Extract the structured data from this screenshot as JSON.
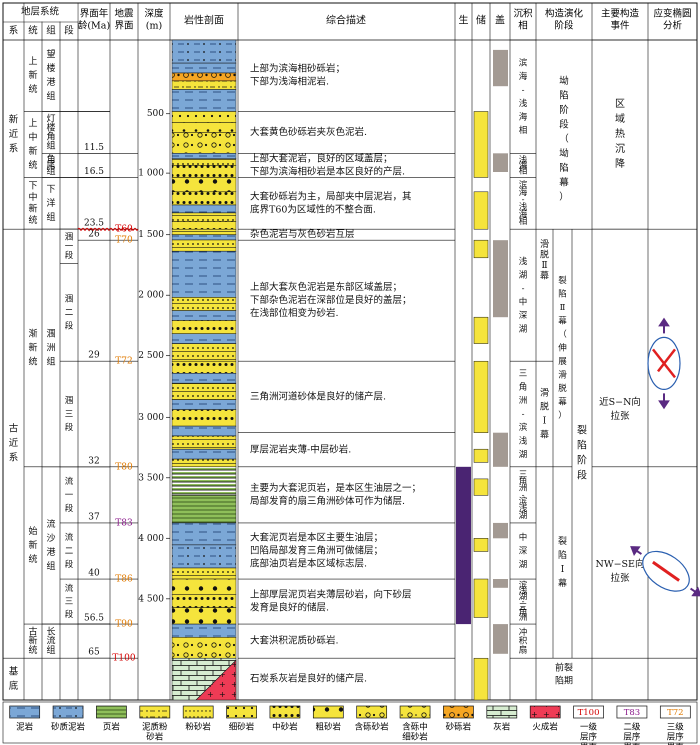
{
  "header": {
    "stratum_system": "地层系统",
    "xi": "系",
    "tong": "统",
    "zu": "组",
    "duan": "段",
    "boundary_age": "界面年龄(Ma)",
    "seismic_boundary": "地震界面",
    "depth": "深度(m)",
    "lithology_column": "岩性剖面",
    "description": "综合描述",
    "sheng": "生",
    "chu": "储",
    "gai": "盖",
    "sed_facies": "沉积相",
    "tectonic_stage": "构造演化阶段",
    "main_event": "主要构造事件",
    "stress_ellipse": "应变椭圆分析"
  },
  "xi": [
    {
      "label": "新近系",
      "top": 0.0,
      "bottom": 0.2867
    },
    {
      "label": "古近系",
      "top": 0.2867,
      "bottom": 0.9367
    },
    {
      "label": "基底",
      "top": 0.9367,
      "bottom": 1.0
    }
  ],
  "tong": [
    {
      "label": "上新统",
      "top": 0.0,
      "bottom": 0.1083
    },
    {
      "label": "上中新统",
      "top": 0.1083,
      "bottom": 0.2083
    },
    {
      "label": "下中新统",
      "top": 0.2083,
      "bottom": 0.2867
    },
    {
      "label": "渐新统",
      "top": 0.2867,
      "bottom": 0.6467
    },
    {
      "label": "始新统",
      "top": 0.6467,
      "bottom": 0.885
    },
    {
      "label": "古新统",
      "top": 0.885,
      "bottom": 0.9367
    }
  ],
  "zu": [
    {
      "label": "望楼港组",
      "top": 0.0,
      "bottom": 0.1083
    },
    {
      "label": "灯楼角组",
      "top": 0.1083,
      "bottom": 0.1717
    },
    {
      "label": "角尾组",
      "top": 0.1717,
      "bottom": 0.2083
    },
    {
      "label": "下洋组",
      "top": 0.2083,
      "bottom": 0.2867
    },
    {
      "label": "涠洲组",
      "top": 0.2867,
      "bottom": 0.6467
    },
    {
      "label": "流沙港组",
      "top": 0.6467,
      "bottom": 0.885
    },
    {
      "label": "长流组",
      "top": 0.885,
      "bottom": 0.9367
    }
  ],
  "duan": [
    {
      "label": "涠一段",
      "top": 0.2867,
      "bottom": 0.3383
    },
    {
      "label": "涠二段",
      "top": 0.3383,
      "bottom": 0.4867
    },
    {
      "label": "涠三段",
      "top": 0.4867,
      "bottom": 0.6467
    },
    {
      "label": "流一段",
      "top": 0.6467,
      "bottom": 0.7317
    },
    {
      "label": "流二段",
      "top": 0.7317,
      "bottom": 0.8167
    },
    {
      "label": "流三段",
      "top": 0.8167,
      "bottom": 0.885
    }
  ],
  "ages": [
    {
      "label": "11.5",
      "pos": 0.1717
    },
    {
      "label": "16.5",
      "pos": 0.2083
    },
    {
      "label": "23.5",
      "pos": 0.2867
    },
    {
      "label": "26",
      "pos": 0.3033
    },
    {
      "label": "29",
      "pos": 0.4867
    },
    {
      "label": "32",
      "pos": 0.6467
    },
    {
      "label": "37",
      "pos": 0.7317
    },
    {
      "label": "40",
      "pos": 0.8167
    },
    {
      "label": "56.5",
      "pos": 0.885
    },
    {
      "label": "65",
      "pos": 0.9367
    }
  ],
  "seismic": [
    {
      "label": "T60",
      "pos": 0.2867,
      "color": "#d40000"
    },
    {
      "label": "T70",
      "pos": 0.3033,
      "color": "#e07a00"
    },
    {
      "label": "T72",
      "pos": 0.4867,
      "color": "#e07a00"
    },
    {
      "label": "T80",
      "pos": 0.6467,
      "color": "#e07a00"
    },
    {
      "label": "T83",
      "pos": 0.7317,
      "color": "#8b1a8b"
    },
    {
      "label": "T86",
      "pos": 0.8167,
      "color": "#e07a00"
    },
    {
      "label": "T90",
      "pos": 0.885,
      "color": "#e07a00"
    },
    {
      "label": "T100",
      "pos": 0.9367,
      "color": "#d40000"
    }
  ],
  "depth_ticks": [
    {
      "label": "500",
      "pos": 0.1117
    },
    {
      "label": "1 000",
      "pos": 0.2017
    },
    {
      "label": "1 500",
      "pos": 0.295
    },
    {
      "label": "2 000",
      "pos": 0.3867
    },
    {
      "label": "2 500",
      "pos": 0.4783
    },
    {
      "label": "3 000",
      "pos": 0.5717
    },
    {
      "label": "3 500",
      "pos": 0.6633
    },
    {
      "label": "4 000",
      "pos": 0.755
    },
    {
      "label": "4 500",
      "pos": 0.8467
    }
  ],
  "lith_layers": [
    {
      "type": "sandy_mud",
      "top": 0.0,
      "bottom": 0.035
    },
    {
      "type": "mudstone",
      "top": 0.035,
      "bottom": 0.05
    },
    {
      "type": "conglomerate",
      "top": 0.05,
      "bottom": 0.062
    },
    {
      "type": "silt_mud",
      "top": 0.062,
      "bottom": 0.075
    },
    {
      "type": "mudstone",
      "top": 0.075,
      "bottom": 0.1083
    },
    {
      "type": "fine_sand",
      "top": 0.1083,
      "bottom": 0.125
    },
    {
      "type": "sandstone",
      "top": 0.125,
      "bottom": 0.14
    },
    {
      "type": "gravel_sand",
      "top": 0.14,
      "bottom": 0.1717
    },
    {
      "type": "mudstone",
      "top": 0.1717,
      "bottom": 0.18
    },
    {
      "type": "silt_sand",
      "top": 0.18,
      "bottom": 0.19
    },
    {
      "type": "medium_sand",
      "top": 0.19,
      "bottom": 0.2083
    },
    {
      "type": "coarse_sand",
      "top": 0.2083,
      "bottom": 0.23
    },
    {
      "type": "medium_sand",
      "top": 0.23,
      "bottom": 0.25
    },
    {
      "type": "mudstone",
      "top": 0.25,
      "bottom": 0.262
    },
    {
      "type": "silt_sand",
      "top": 0.262,
      "bottom": 0.275
    },
    {
      "type": "medium_sand",
      "top": 0.275,
      "bottom": 0.2867
    },
    {
      "type": "silt_sand",
      "top": 0.2867,
      "bottom": 0.295
    },
    {
      "type": "mudstone",
      "top": 0.295,
      "bottom": 0.303
    },
    {
      "type": "silt_sand",
      "top": 0.303,
      "bottom": 0.32
    },
    {
      "type": "mudstone",
      "top": 0.32,
      "bottom": 0.39
    },
    {
      "type": "silt_sand",
      "top": 0.39,
      "bottom": 0.41
    },
    {
      "type": "mudstone",
      "top": 0.41,
      "bottom": 0.425
    },
    {
      "type": "medium_sand",
      "top": 0.425,
      "bottom": 0.445
    },
    {
      "type": "mudstone",
      "top": 0.445,
      "bottom": 0.46
    },
    {
      "type": "silt_sand",
      "top": 0.46,
      "bottom": 0.4867
    },
    {
      "type": "medium_sand",
      "top": 0.4867,
      "bottom": 0.505
    },
    {
      "type": "mudstone",
      "top": 0.505,
      "bottom": 0.52
    },
    {
      "type": "silt_sand",
      "top": 0.52,
      "bottom": 0.545
    },
    {
      "type": "mudstone",
      "top": 0.545,
      "bottom": 0.56
    },
    {
      "type": "medium_sand",
      "top": 0.56,
      "bottom": 0.585
    },
    {
      "type": "mudstone",
      "top": 0.585,
      "bottom": 0.6
    },
    {
      "type": "silt_sand",
      "top": 0.6,
      "bottom": 0.62
    },
    {
      "type": "mudstone",
      "top": 0.62,
      "bottom": 0.635
    },
    {
      "type": "silt_sand",
      "top": 0.635,
      "bottom": 0.6467
    },
    {
      "type": "shale_stack",
      "top": 0.6467,
      "bottom": 0.69
    },
    {
      "type": "shale",
      "top": 0.69,
      "bottom": 0.7317
    },
    {
      "type": "mudstone",
      "top": 0.7317,
      "bottom": 0.765
    },
    {
      "type": "sandy_mud",
      "top": 0.765,
      "bottom": 0.8
    },
    {
      "type": "silt_sand",
      "top": 0.8,
      "bottom": 0.8167
    },
    {
      "type": "coarse_sand",
      "top": 0.8167,
      "bottom": 0.84
    },
    {
      "type": "medium_sand",
      "top": 0.84,
      "bottom": 0.86
    },
    {
      "type": "coarse_sand",
      "top": 0.86,
      "bottom": 0.885
    },
    {
      "type": "mudstone",
      "top": 0.885,
      "bottom": 0.905
    },
    {
      "type": "gravel_sand",
      "top": 0.905,
      "bottom": 0.9367
    }
  ],
  "descriptions": [
    {
      "lines": [
        "上部为滨海相砂砾岩；",
        "下部为浅海相泥岩."
      ],
      "top": 0.0,
      "bottom": 0.1083
    },
    {
      "lines": [
        "大套黄色砂砾岩夹灰色泥岩."
      ],
      "top": 0.1083,
      "bottom": 0.1717
    },
    {
      "lines": [
        "上部大套泥岩，良好的区域盖层；",
        "下部为滨海相砂岩是本区良好的产层."
      ],
      "top": 0.1717,
      "bottom": 0.2083
    },
    {
      "lines": [
        "大套砂砾岩为主，局部夹中层泥岩，其",
        "底界T60为区域性的不整合面."
      ],
      "top": 0.2083,
      "bottom": 0.2867
    },
    {
      "lines": [
        "杂色泥岩与灰色砂岩互层"
      ],
      "top": 0.2867,
      "bottom": 0.3033
    },
    {
      "lines": [
        "上部大套灰色泥岩是东部区域盖层；",
        "下部杂色泥岩在深部位是良好的盖层；",
        "在浅部位相变为砂岩."
      ],
      "top": 0.3033,
      "bottom": 0.4867
    },
    {
      "lines": [
        "三角洲河道砂体是良好的储产层."
      ],
      "top": 0.4867,
      "bottom": 0.595
    },
    {
      "lines": [
        "厚层泥岩夹薄-中层砂岩."
      ],
      "top": 0.595,
      "bottom": 0.6467
    },
    {
      "lines": [
        "主要为大套泥页岩，是本区生油层之一；",
        "局部发育的扇三角洲砂体可作为储层."
      ],
      "top": 0.6467,
      "bottom": 0.7317
    },
    {
      "lines": [
        "大套泥页岩是本区主要生油层；",
        "凹陷局部发育三角洲可做储层；",
        "底部油页岩是本区域标志层."
      ],
      "top": 0.7317,
      "bottom": 0.8167
    },
    {
      "lines": [
        "上部厚层泥页岩夹薄层砂岩，向下砂层",
        "发育是良好的储层."
      ],
      "top": 0.8167,
      "bottom": 0.885
    },
    {
      "lines": [
        "大套洪积泥质砂砾岩."
      ],
      "top": 0.885,
      "bottom": 0.9367
    },
    {
      "lines": [
        "石炭系灰岩是良好的储产层."
      ],
      "top": 0.9367,
      "bottom": 1.0
    }
  ],
  "source_bars": [
    {
      "top": 0.6467,
      "bottom": 0.885
    }
  ],
  "reservoir_bars": [
    {
      "top": 0.1083,
      "bottom": 0.2083
    },
    {
      "top": 0.23,
      "bottom": 0.2867
    },
    {
      "top": 0.3033,
      "bottom": 0.33
    },
    {
      "top": 0.42,
      "bottom": 0.46
    },
    {
      "top": 0.4867,
      "bottom": 0.595
    },
    {
      "top": 0.62,
      "bottom": 0.64
    },
    {
      "top": 0.665,
      "bottom": 0.69
    },
    {
      "top": 0.755,
      "bottom": 0.775
    },
    {
      "top": 0.8167,
      "bottom": 0.875
    },
    {
      "top": 0.9367,
      "bottom": 1.0
    }
  ],
  "seal_bars": [
    {
      "top": 0.015,
      "bottom": 0.07
    },
    {
      "top": 0.1717,
      "bottom": 0.2
    },
    {
      "top": 0.3033,
      "bottom": 0.42
    },
    {
      "top": 0.595,
      "bottom": 0.6467
    },
    {
      "top": 0.7317,
      "bottom": 0.755
    },
    {
      "top": 0.8167,
      "bottom": 0.83
    },
    {
      "top": 0.885,
      "bottom": 0.93
    }
  ],
  "facies": [
    {
      "label": "滨海-浅海相",
      "top": 0.0,
      "bottom": 0.1717
    },
    {
      "label": "浅海相",
      "top": 0.1717,
      "bottom": 0.2083
    },
    {
      "label": "滨海-浅海相",
      "top": 0.2083,
      "bottom": 0.2867
    },
    {
      "label": "浅湖-中深湖",
      "top": 0.2867,
      "bottom": 0.4867
    },
    {
      "label": "三角洲-滨浅湖",
      "top": 0.4867,
      "bottom": 0.6467
    },
    {
      "label": "三角洲-滨浅湖",
      "top": 0.6467,
      "bottom": 0.7317
    },
    {
      "label": "中深湖",
      "top": 0.7317,
      "bottom": 0.8167
    },
    {
      "label": "滨浅湖-三角洲",
      "top": 0.8167,
      "bottom": 0.885
    },
    {
      "label": "冲积扇",
      "top": 0.885,
      "bottom": 0.9367
    }
  ],
  "tectonic": {
    "sag_stage": {
      "label": "坳陷阶段（坳陷幕）",
      "top": 0.0,
      "bottom": 0.2867
    },
    "rift_stage": {
      "label": "裂陷阶段",
      "top": 0.2867,
      "bottom": 0.9367
    },
    "rift2": {
      "label": "裂陷Ⅱ幕（伸展滑脱幕）",
      "top": 0.2867,
      "bottom": 0.6467
    },
    "slip2": {
      "label": "滑脱Ⅱ幕",
      "top": 0.2867,
      "bottom": 0.4867
    },
    "slip1": {
      "label": "滑脱Ⅰ幕",
      "top": 0.4867,
      "bottom": 0.6467
    },
    "rift1": {
      "label": "裂陷Ⅰ幕",
      "top": 0.6467,
      "bottom": 0.9367
    },
    "pre_rift": {
      "label": "前裂陷期",
      "top": 0.9367,
      "bottom": 1.0
    }
  },
  "events": [
    {
      "label": "区域热沉降",
      "top": 0.0,
      "bottom": 0.2867
    },
    {
      "label": "近S-N向拉张",
      "top": 0.2867,
      "bottom": 0.6467
    },
    {
      "label": "NW-SE向拉张",
      "top": 0.6467,
      "bottom": 0.9367
    }
  ],
  "legend": [
    {
      "key": "mudstone",
      "label": "泥岩"
    },
    {
      "key": "sandy_mud",
      "label": "砂质泥岩"
    },
    {
      "key": "shale",
      "label": "页岩"
    },
    {
      "key": "silt_mud",
      "label": "泥质粉砂岩"
    },
    {
      "key": "siltstone",
      "label": "粉砂岩"
    },
    {
      "key": "fine_sand",
      "label": "细砂岩"
    },
    {
      "key": "medium_sand",
      "label": "中砂岩"
    },
    {
      "key": "coarse_sand",
      "label": "粗砂岩"
    },
    {
      "key": "gravel_sand",
      "label": "含砾砂岩"
    },
    {
      "key": "gravel_mid",
      "label": "含砾中细砂岩"
    },
    {
      "key": "conglomerate",
      "label": "砂砾岩"
    },
    {
      "key": "limestone",
      "label": "灰岩"
    },
    {
      "key": "igneous",
      "label": "火成岩"
    },
    {
      "key": "T100",
      "label": "一级层序界面",
      "color": "#d40000"
    },
    {
      "key": "T83",
      "label": "二级层序界面",
      "color": "#8b1a8b"
    },
    {
      "key": "T72",
      "label": "三级层序界面",
      "color": "#e07a00"
    }
  ],
  "colors": {
    "mud_blue": "#7ba7d6",
    "sand_yellow": "#f5e43c",
    "shale_green": "#8fbf5a",
    "source_purple": "#4a2472",
    "seal_gray": "#a39a93",
    "igneous_red": "#ee3b55",
    "limestone_green": "#d6ecd0"
  }
}
